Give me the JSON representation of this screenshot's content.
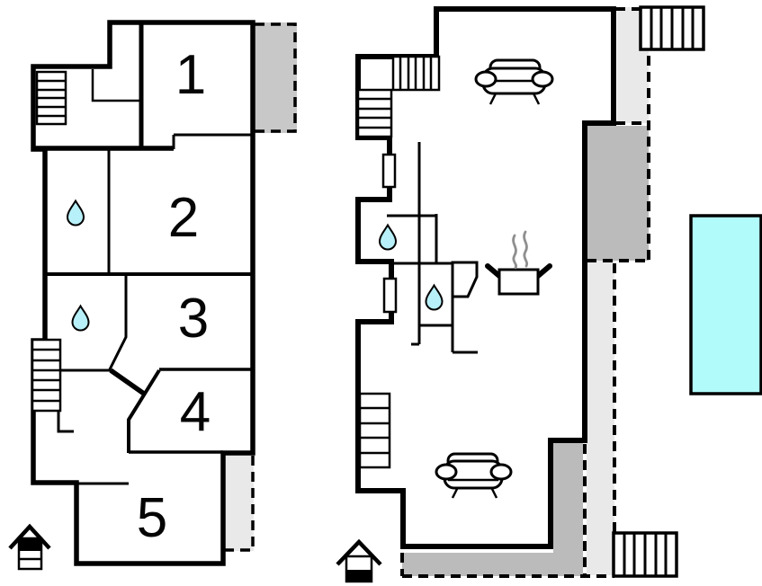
{
  "colors": {
    "wall": "#000000",
    "pool": "#b2fbfb",
    "water": "#b7f0f8",
    "terrace_dark": "#bbbbbb",
    "terrace_light": "#e9e9e9",
    "balcony": "#c8c8c8",
    "steam": "#8f8f8f",
    "background": "#ffffff"
  },
  "left_plan": {
    "room_labels": [
      "1",
      "2",
      "3",
      "4",
      "5"
    ],
    "icons": [
      "stairs-icon",
      "water-drop-icon",
      "water-drop-icon",
      "entrance-house-icon"
    ]
  },
  "right_plan": {
    "icons": [
      "stairs-icon",
      "external-stairs-icon",
      "external-stairs-icon",
      "water-drop-icon",
      "water-drop-icon",
      "sofa-icon",
      "sofa-icon",
      "cooking-pot-icon",
      "steam-icon",
      "entrance-house-icon",
      "window-marker",
      "window-marker",
      "pool"
    ]
  }
}
